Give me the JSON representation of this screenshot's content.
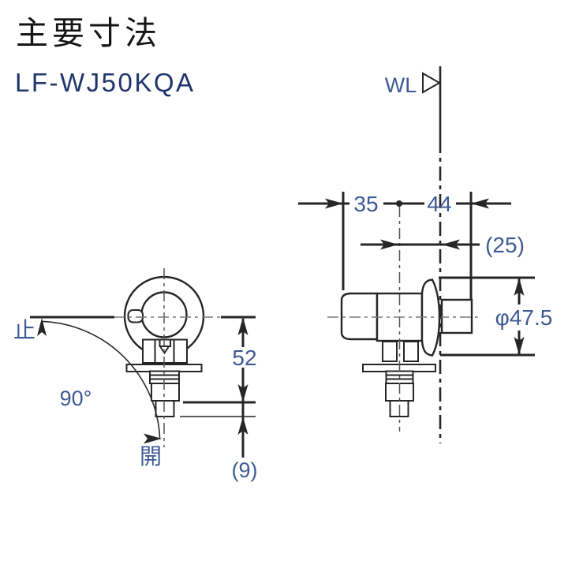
{
  "header": {
    "title": "主要寸法",
    "model": "LF-WJ50KQA"
  },
  "diagram": {
    "wall_line_label": "WL",
    "handle_stop_label": "止",
    "handle_open_label": "開",
    "rotation_angle": "90°",
    "dimensions": {
      "left_offset": "35",
      "center_to_mount": "44",
      "center_to_wall": "(25)",
      "flange_diameter": "φ47.5",
      "center_to_spout": "52",
      "spout_tip_extra": "(9)"
    },
    "colors": {
      "line": "#262626",
      "dimension_text": "#3e5a94",
      "model_text": "#20366b",
      "centerline": "#7a7a7a"
    }
  }
}
